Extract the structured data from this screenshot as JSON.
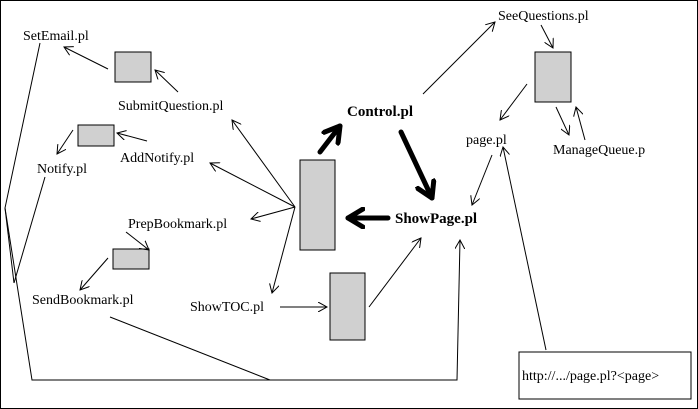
{
  "nodes": {
    "set_email": "SetEmail.pl",
    "submit_question": "SubmitQuestion.pl",
    "notify": "Notify.pl",
    "add_notify": "AddNotify.pl",
    "prep_bookmark": "PrepBookmark.pl",
    "send_bookmark": "SendBookmark.pl",
    "show_toc": "ShowTOC.pl",
    "control": "Control.pl",
    "show_page": "ShowPage.pl",
    "see_questions": "SeeQuestions.pl",
    "page": "page.pl",
    "manage_queue": "ManageQueue.p"
  },
  "url_box": {
    "text": "http://.../page.pl?<page>"
  }
}
